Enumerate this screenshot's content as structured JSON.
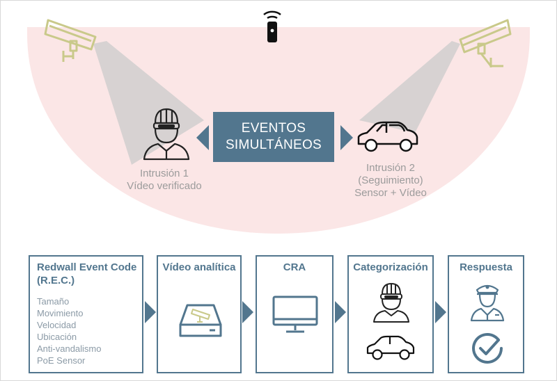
{
  "center": {
    "line1": "EVENTOS",
    "line2": "SIMULTÁNEOS"
  },
  "left_event": {
    "line1": "Intrusión 1",
    "line2": "Vídeo verificado"
  },
  "right_event": {
    "line1": "Intrusión 2",
    "line2": "(Seguimiento)",
    "line3": "Sensor + Vídeo"
  },
  "steps": [
    {
      "title_line1": "Redwall Event Code",
      "title_line2": "(R.E.C.)",
      "items": [
        "Tamaño",
        "Movimiento",
        "Velocidad",
        "Ubicación",
        "Anti-vandalismo",
        "PoE Sensor"
      ]
    },
    {
      "title": "Vídeo analítica"
    },
    {
      "title": "CRA"
    },
    {
      "title": "Categorización"
    },
    {
      "title": "Respuesta"
    }
  ],
  "colors": {
    "accent": "#52768e",
    "zone": "#fbe6e6",
    "camera": "#c9c98a",
    "beam": "#d7d2d2",
    "text_muted": "#9b9b9b"
  },
  "icons": [
    "sensor-icon",
    "camera-icon",
    "intruder-icon",
    "car-icon",
    "nvr-icon",
    "monitor-icon",
    "guard-icon",
    "checkmark-icon"
  ]
}
